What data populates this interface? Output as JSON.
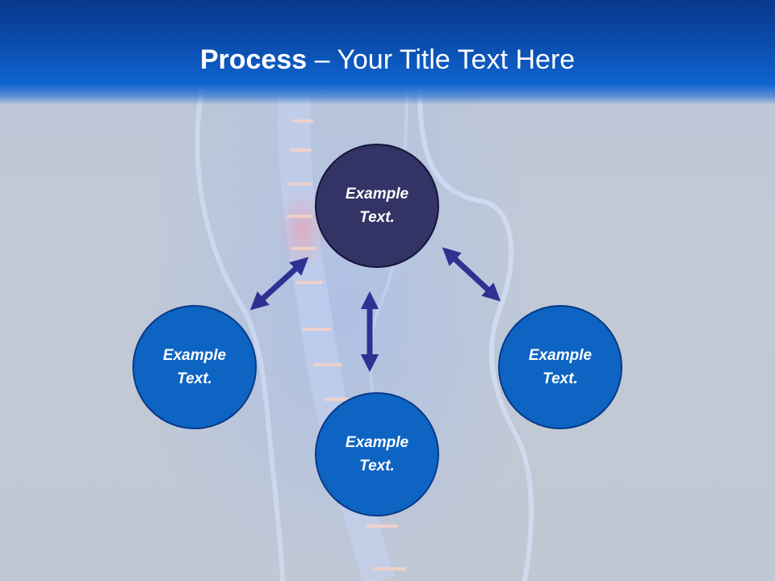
{
  "title": {
    "bold": "Process",
    "rest": " – Your Title Text Here"
  },
  "nodes": {
    "top": "Example Text.",
    "left": "Example Text.",
    "bottom": "Example Text.",
    "right": "Example Text."
  },
  "colors": {
    "header_blue": "#0b4fb0",
    "dark_circle": "#333366",
    "blue_circle": "#0d64c2",
    "arrow": "#2f3192"
  }
}
